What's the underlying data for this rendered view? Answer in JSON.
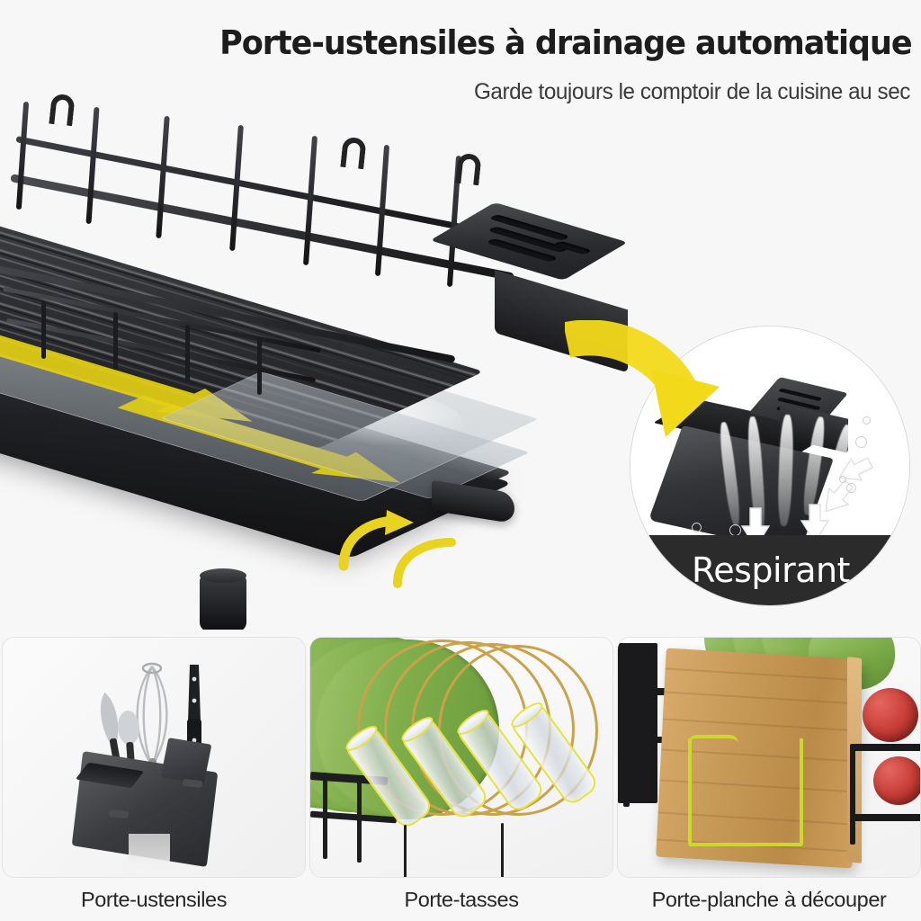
{
  "header": {
    "title": "Porte-ustensiles à drainage automatique",
    "subtitle": "Garde toujours le comptoir de la cuisine au sec"
  },
  "callout": {
    "label": "Respirant",
    "icon_arrow": "curved-yellow-arrow-icon"
  },
  "hero": {
    "product": "dish-drying-rack",
    "drain_flow_icon": "yellow-flow-arrow-icon",
    "components": {
      "knife_block": "knife-block",
      "water_tray": "translucent-water-tray",
      "spout": "drainage-spout",
      "foot": "support-foot"
    }
  },
  "panels": [
    {
      "caption": "Porte-ustensiles",
      "image_name": "utensil-holder-photo",
      "contents": [
        "whisk",
        "spoon",
        "spatula",
        "knife",
        "brush"
      ]
    },
    {
      "caption": "Porte-tasses",
      "image_name": "cup-holder-photo",
      "contents": [
        "green-plates",
        "glass-cups"
      ]
    },
    {
      "caption": "Porte-planche à découper",
      "image_name": "cutting-board-holder-photo",
      "contents": [
        "wooden-cutting-board",
        "green-plates",
        "red-apples"
      ]
    }
  ],
  "colors": {
    "accent_yellow": "#f2d91a",
    "band_dark": "#2b2b2b",
    "background": "#f7f7f7",
    "board_wood": "#c89a58",
    "plate_green": "#7fae4a",
    "wire_yellow": "#c9d92e"
  }
}
